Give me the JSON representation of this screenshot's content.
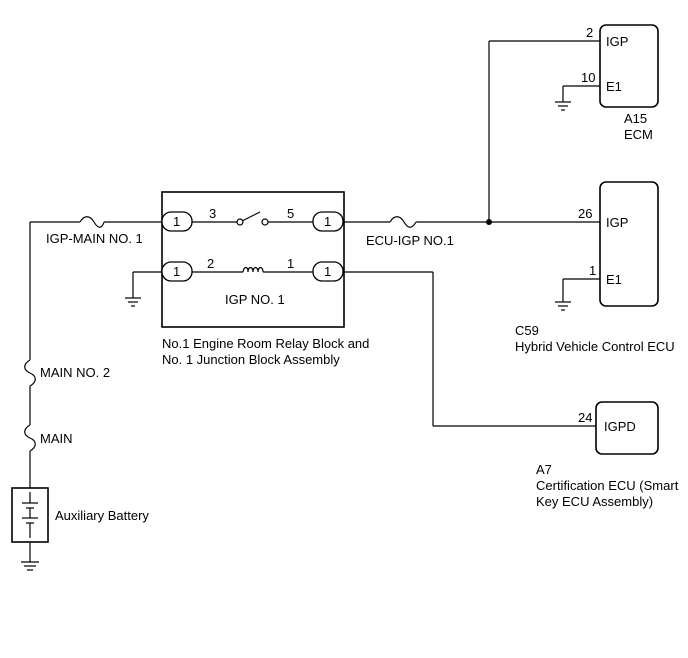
{
  "fuses": {
    "igp_main_no1": "IGP-MAIN NO. 1",
    "ecu_igp_no1": "ECU-IGP NO.1",
    "main_no2": "MAIN NO. 2",
    "main": "MAIN"
  },
  "relay_block": {
    "line1": "No.1 Engine Room Relay Block and",
    "line2": "No. 1 Junction Block Assembly",
    "relay_label": "IGP NO. 1",
    "pin_3": "3",
    "pin_5": "5",
    "pin_2": "2",
    "pin_1": "1",
    "conn_left_top": "1",
    "conn_left_bottom": "1",
    "conn_right_top": "1",
    "conn_right_bottom": "1"
  },
  "battery": {
    "label": "Auxiliary Battery"
  },
  "ecm": {
    "code": "A15",
    "name": "ECM",
    "pin_igp_num": "2",
    "pin_igp": "IGP",
    "pin_e1_num": "10",
    "pin_e1": "E1"
  },
  "hv_ecu": {
    "code": "C59",
    "name": "Hybrid Vehicle Control ECU",
    "pin_igp_num": "26",
    "pin_igp": "IGP",
    "pin_e1_num": "1",
    "pin_e1": "E1"
  },
  "cert_ecu": {
    "code": "A7",
    "name_line1": "Certification ECU (Smart",
    "name_line2": "Key ECU Assembly)",
    "pin_num": "24",
    "pin": "IGPD"
  }
}
